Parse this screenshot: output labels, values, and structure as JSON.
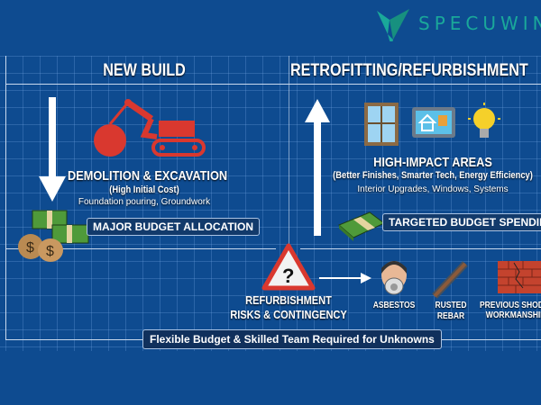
{
  "logo": {
    "text": "SPECUWIN"
  },
  "new_build": {
    "heading": "NEW BUILD",
    "title": "DEMOLITION & EXCAVATION",
    "subtitle": "(High Initial Cost)",
    "detail": "Foundation pouring, Groundwork",
    "badge": "MAJOR BUDGET ALLOCATION"
  },
  "retrofit": {
    "heading": "RETROFITTING/REFURBISHMENT",
    "title": "HIGH-IMPACT AREAS",
    "subtitle": "(Better Finishes, Smarter Tech, Energy Efficiency)",
    "detail": "Interior Upgrades, Windows, Systems",
    "badge": "TARGETED BUDGET SPENDING"
  },
  "risks": {
    "title_line1": "REFURBISHMENT",
    "title_line2": "RISKS & CONTINGENCY",
    "items": [
      {
        "line1": "ASBESTOS",
        "line2": ""
      },
      {
        "line1": "RUSTED",
        "line2": "REBAR"
      },
      {
        "line1": "PREVIOUS SHODDY",
        "line2": "WORKMANSHIP"
      }
    ]
  },
  "footer": {
    "banner": "Flexible Budget & Skilled Team Required for Unknowns"
  },
  "colors": {
    "background": "#0e4b90",
    "accent_red": "#d9382f",
    "money_green": "#4f9a3a",
    "logo": "#1aa89a"
  }
}
